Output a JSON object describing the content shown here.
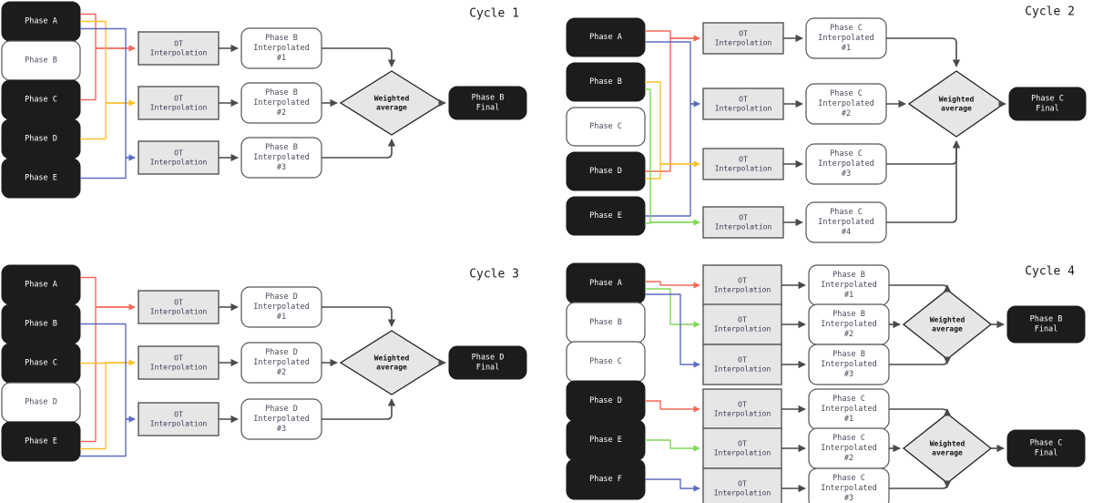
{
  "diagram": {
    "title_font_style": "monospace",
    "colors": {
      "dark_node_fill": "#1c1c1c",
      "dark_node_text": "#ffffff",
      "light_node_fill": "#ffffff",
      "light_node_text": "#4a4a5a",
      "process_fill": "#e6e6e6",
      "process_border": "#555555",
      "process_text": "#3a3a55",
      "decision_fill": "#e6e6e6",
      "decision_border": "#222222",
      "decision_text": "#111111",
      "arrow_gray": "#4a4a4a",
      "edge_red": "#f4685a",
      "edge_yellow": "#fbc02d",
      "edge_blue": "#5b6bbf",
      "edge_green": "#7ed957"
    },
    "cycles": [
      {
        "id": "cycle-1",
        "title": "Cycle 1",
        "sources": [
          {
            "label": "Phase A",
            "state": "dark"
          },
          {
            "label": "Phase B",
            "state": "light"
          },
          {
            "label": "Phase C",
            "state": "dark"
          },
          {
            "label": "Phase D",
            "state": "dark"
          },
          {
            "label": "Phase E",
            "state": "dark"
          }
        ],
        "processes": [
          {
            "line1": "OT",
            "line2": "Interpolation"
          },
          {
            "line1": "OT",
            "line2": "Interpolation"
          },
          {
            "line1": "OT",
            "line2": "Interpolation"
          }
        ],
        "interpolated": [
          {
            "line1": "Phase B",
            "line2": "Interpolated",
            "line3": "#1"
          },
          {
            "line1": "Phase B",
            "line2": "Interpolated",
            "line3": "#2"
          },
          {
            "line1": "Phase B",
            "line2": "Interpolated",
            "line3": "#3"
          }
        ],
        "decisions": [
          {
            "line1": "Weighted",
            "line2": "average"
          }
        ],
        "outputs": [
          {
            "line1": "Phase B",
            "line2": "Final"
          }
        ],
        "edges": [
          {
            "from": "Phase A",
            "to": "OT 1",
            "color": "red"
          },
          {
            "from": "Phase C",
            "to": "OT 1",
            "color": "red"
          },
          {
            "from": "Phase A",
            "to": "OT 2",
            "color": "yellow"
          },
          {
            "from": "Phase D",
            "to": "OT 2",
            "color": "yellow"
          },
          {
            "from": "Phase A",
            "to": "OT 3",
            "color": "blue"
          },
          {
            "from": "Phase E",
            "to": "OT 3",
            "color": "blue"
          }
        ]
      },
      {
        "id": "cycle-2",
        "title": "Cycle 2",
        "sources": [
          {
            "label": "Phase A",
            "state": "dark"
          },
          {
            "label": "Phase B",
            "state": "dark"
          },
          {
            "label": "Phase C",
            "state": "light"
          },
          {
            "label": "Phase D",
            "state": "dark"
          },
          {
            "label": "Phase E",
            "state": "dark"
          }
        ],
        "processes": [
          {
            "line1": "OT",
            "line2": "Interpolation"
          },
          {
            "line1": "OT",
            "line2": "Interpolation"
          },
          {
            "line1": "OT",
            "line2": "Interpolation"
          },
          {
            "line1": "OT",
            "line2": "Interpolation"
          }
        ],
        "interpolated": [
          {
            "line1": "Phase C",
            "line2": "Interpolated",
            "line3": "#1"
          },
          {
            "line1": "Phase C",
            "line2": "Interpolated",
            "line3": "#2"
          },
          {
            "line1": "Phase C",
            "line2": "Interpolated",
            "line3": "#3"
          },
          {
            "line1": "Phase C",
            "line2": "Interpolated",
            "line3": "#4"
          }
        ],
        "decisions": [
          {
            "line1": "Weighted",
            "line2": "average"
          }
        ],
        "outputs": [
          {
            "line1": "Phase C",
            "line2": "Final"
          }
        ],
        "edges": [
          {
            "from": "Phase A",
            "to": "OT 1",
            "color": "red"
          },
          {
            "from": "Phase D",
            "to": "OT 1",
            "color": "red"
          },
          {
            "from": "Phase A",
            "to": "OT 2",
            "color": "blue"
          },
          {
            "from": "Phase E",
            "to": "OT 2",
            "color": "blue"
          },
          {
            "from": "Phase B",
            "to": "OT 3",
            "color": "yellow"
          },
          {
            "from": "Phase D",
            "to": "OT 3",
            "color": "yellow"
          },
          {
            "from": "Phase B",
            "to": "OT 4",
            "color": "green"
          },
          {
            "from": "Phase E",
            "to": "OT 4",
            "color": "green"
          }
        ]
      },
      {
        "id": "cycle-3",
        "title": "Cycle 3",
        "sources": [
          {
            "label": "Phase A",
            "state": "dark"
          },
          {
            "label": "Phase B",
            "state": "dark"
          },
          {
            "label": "Phase C",
            "state": "dark"
          },
          {
            "label": "Phase D",
            "state": "light"
          },
          {
            "label": "Phase E",
            "state": "dark"
          }
        ],
        "processes": [
          {
            "line1": "OT",
            "line2": "Interpolation"
          },
          {
            "line1": "OT",
            "line2": "Interpolation"
          },
          {
            "line1": "OT",
            "line2": "Interpolation"
          }
        ],
        "interpolated": [
          {
            "line1": "Phase D",
            "line2": "Interpolated",
            "line3": "#1"
          },
          {
            "line1": "Phase D",
            "line2": "Interpolated",
            "line3": "#2"
          },
          {
            "line1": "Phase D",
            "line2": "Interpolated",
            "line3": "#3"
          }
        ],
        "decisions": [
          {
            "line1": "Weighted",
            "line2": "average"
          }
        ],
        "outputs": [
          {
            "line1": "Phase D",
            "line2": "Final"
          }
        ],
        "edges": [
          {
            "from": "Phase A",
            "to": "OT 1",
            "color": "red"
          },
          {
            "from": "Phase E",
            "to": "OT 1",
            "color": "red"
          },
          {
            "from": "Phase C",
            "to": "OT 2",
            "color": "yellow"
          },
          {
            "from": "Phase E",
            "to": "OT 2",
            "color": "yellow"
          },
          {
            "from": "Phase B",
            "to": "OT 3",
            "color": "blue"
          },
          {
            "from": "Phase E",
            "to": "OT 3",
            "color": "blue"
          }
        ]
      },
      {
        "id": "cycle-4",
        "title": "Cycle 4",
        "sources": [
          {
            "label": "Phase A",
            "state": "dark"
          },
          {
            "label": "Phase B",
            "state": "light"
          },
          {
            "label": "Phase C",
            "state": "light"
          },
          {
            "label": "Phase D",
            "state": "dark"
          },
          {
            "label": "Phase E",
            "state": "dark"
          },
          {
            "label": "Phase F",
            "state": "dark"
          }
        ],
        "processes": [
          {
            "line1": "OT",
            "line2": "Interpolation"
          },
          {
            "line1": "OT",
            "line2": "Interpolation"
          },
          {
            "line1": "OT",
            "line2": "Interpolation"
          },
          {
            "line1": "OT",
            "line2": "Interpolation"
          },
          {
            "line1": "OT",
            "line2": "Interpolation"
          },
          {
            "line1": "OT",
            "line2": "Interpolation"
          }
        ],
        "interpolated": [
          {
            "line1": "Phase B",
            "line2": "Interpolated",
            "line3": "#1"
          },
          {
            "line1": "Phase B",
            "line2": "Interpolated",
            "line3": "#2"
          },
          {
            "line1": "Phase B",
            "line2": "Interpolated",
            "line3": "#3"
          },
          {
            "line1": "Phase C",
            "line2": "Interpolated",
            "line3": "#1"
          },
          {
            "line1": "Phase C",
            "line2": "Interpolated",
            "line3": "#2"
          },
          {
            "line1": "Phase C",
            "line2": "Interpolated",
            "line3": "#3"
          }
        ],
        "decisions": [
          {
            "line1": "Weighted",
            "line2": "average"
          },
          {
            "line1": "Weighted",
            "line2": "average"
          }
        ],
        "outputs": [
          {
            "line1": "Phase B",
            "line2": "Final"
          },
          {
            "line1": "Phase C",
            "line2": "Final"
          }
        ],
        "edges": [
          {
            "from": "Phase A",
            "to": "OT 1",
            "color": "red"
          },
          {
            "from": "Phase A",
            "to": "OT 2",
            "color": "green"
          },
          {
            "from": "Phase A",
            "to": "OT 3",
            "color": "blue"
          },
          {
            "from": "Phase D",
            "to": "OT 4",
            "color": "red"
          },
          {
            "from": "Phase E",
            "to": "OT 5",
            "color": "green"
          },
          {
            "from": "Phase F",
            "to": "OT 6",
            "color": "blue"
          }
        ]
      }
    ]
  }
}
